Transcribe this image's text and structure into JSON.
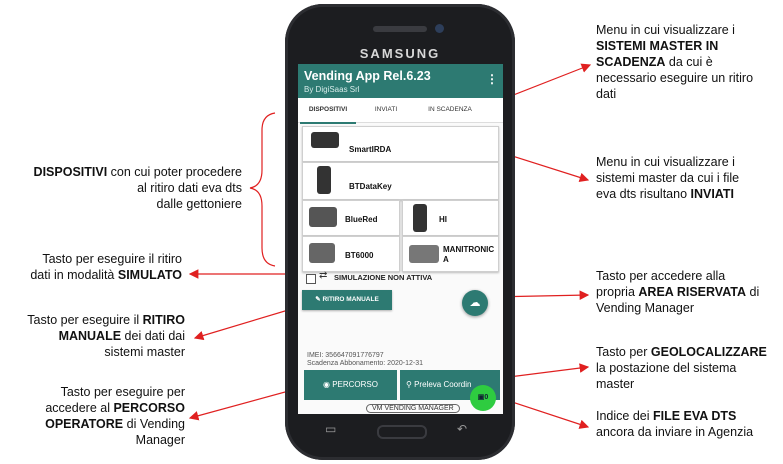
{
  "phone": {
    "brand": "SAMSUNG",
    "app": {
      "title": "Vending App Rel.6.23",
      "subtitle": "By DigiSaas Srl",
      "menu_icon": "kebab-icon",
      "tabs": [
        {
          "label": "DISPOSITIVI",
          "active": true
        },
        {
          "label": "INVIATI",
          "active": false
        },
        {
          "label": "IN SCADENZA",
          "active": false
        }
      ],
      "devices": {
        "d1": "SmartIRDA",
        "d2": "BTDataKey",
        "d3": "BlueRed",
        "d4": "HI",
        "d5": "BT6000",
        "d6a": "MANITRONIC",
        "d6b": "A"
      },
      "simulation_label": "SIMULAZIONE NON ATTIVA",
      "ritiro_button": "RITIRO MANUALE",
      "imei": "IMEI: 356647091776797",
      "scadenza": "Scadenza Abbonamento: 2020-12-31",
      "percorso_button": "PERCORSO",
      "geo_button": "Preleva Coordin",
      "eva_count": "0",
      "logo_text": "VM VENDING MANAGER"
    }
  },
  "annotations": {
    "dispositivi": {
      "b1": "DISPOSITIVI",
      "t1": " con cui poter procedere",
      "t2": "al ritiro dati eva dts",
      "t3": "dalle gettoniere"
    },
    "simulato": {
      "t1": "Tasto per eseguire il ritiro",
      "t2": "dati in modalità ",
      "b1": "SIMULATO"
    },
    "ritiro": {
      "t1": "Tasto per eseguire il ",
      "b1": "RITIRO",
      "b2": "MANUALE",
      "t2": " dei dati dai",
      "t3": "sistemi master"
    },
    "percorso": {
      "t1": "Tasto per eseguire per",
      "t2": "accedere al ",
      "b1": "PERCORSO",
      "b2": "OPERATORE",
      "t3": " di Vending",
      "t4": "Manager"
    },
    "scadenza": {
      "t1": "Menu in cui visualizzare i",
      "b1": "SISTEMI MASTER IN",
      "b2": "SCADENZA",
      "t2": " da cui è",
      "t3": "necessario eseguire un ritiro",
      "t4": "dati"
    },
    "inviati": {
      "t1": "Menu in cui visualizzare i",
      "t2": "sistemi master da cui i file",
      "t3": "eva dts risultano ",
      "b1": "INVIATI"
    },
    "area": {
      "t1": "Tasto per accedere alla",
      "t2": "propria ",
      "b1": "AREA RISERVATA",
      "t3": " di",
      "t4": "Vending Manager"
    },
    "geo": {
      "t1": "Tasto per ",
      "b1": "GEOLOCALIZZARE",
      "t2": "la postazione del sistema",
      "t3": "master"
    },
    "eva": {
      "t1": "Indice dei ",
      "b1": "FILE EVA DTS",
      "t2": "ancora da inviare in Agenzia"
    }
  },
  "colors": {
    "app_teal": "#2d7a72",
    "arrow_red": "#e02020",
    "badge_green": "#2ecc40"
  }
}
